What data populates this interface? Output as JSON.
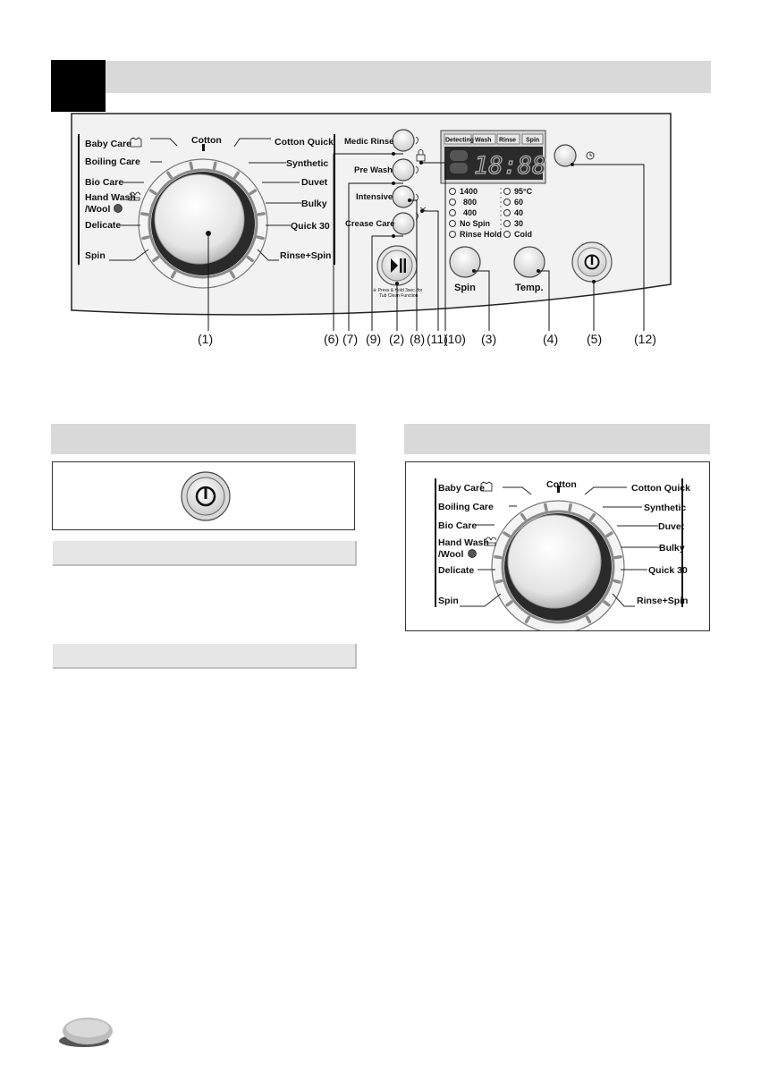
{
  "panel": {
    "program_left": [
      "Baby Care",
      "Boiling Care",
      "Bio Care",
      "Hand Wash",
      "/Wool",
      "Delicate",
      "Spin"
    ],
    "program_top": "Cotton",
    "program_right": [
      "Cotton Quick",
      "Synthetic",
      "Duvet",
      "Bulky",
      "Quick 30",
      "Rinse+Spin"
    ],
    "option_buttons": [
      "Medic Rinse",
      "Pre Wash",
      "Intensive",
      "Crease Care"
    ],
    "start_pause_note_1": "※ Press & Hold 3sec. for",
    "start_pause_note_2": "Tub Clean Function",
    "display_tabs": [
      "Detecting",
      "Wash",
      "Rinse",
      "Spin"
    ],
    "display_digits": "18:88",
    "spin_levels": [
      "1400",
      "800",
      "400",
      "No Spin",
      "Rinse Hold"
    ],
    "temp_levels": [
      "95°C",
      "60",
      "40",
      "30",
      "Cold"
    ],
    "spin_button": "Spin",
    "temp_button": "Temp.",
    "callouts": [
      "(1)",
      "(6)",
      "(7)",
      "(9)",
      "(2)",
      "(8)",
      "(11)",
      "(10)",
      "(3)",
      "(4)",
      "(5)",
      "(12)"
    ]
  },
  "dial_panel": {
    "program_left": [
      "Baby Care",
      "Boiling Care",
      "Bio Care",
      "Hand Wash",
      "/Wool",
      "Delicate",
      "Spin"
    ],
    "program_top": "Cotton",
    "program_right": [
      "Cotton Quick",
      "Synthetic",
      "Duvet",
      "Bulky",
      "Quick 30",
      "Rinse+Spin"
    ]
  }
}
